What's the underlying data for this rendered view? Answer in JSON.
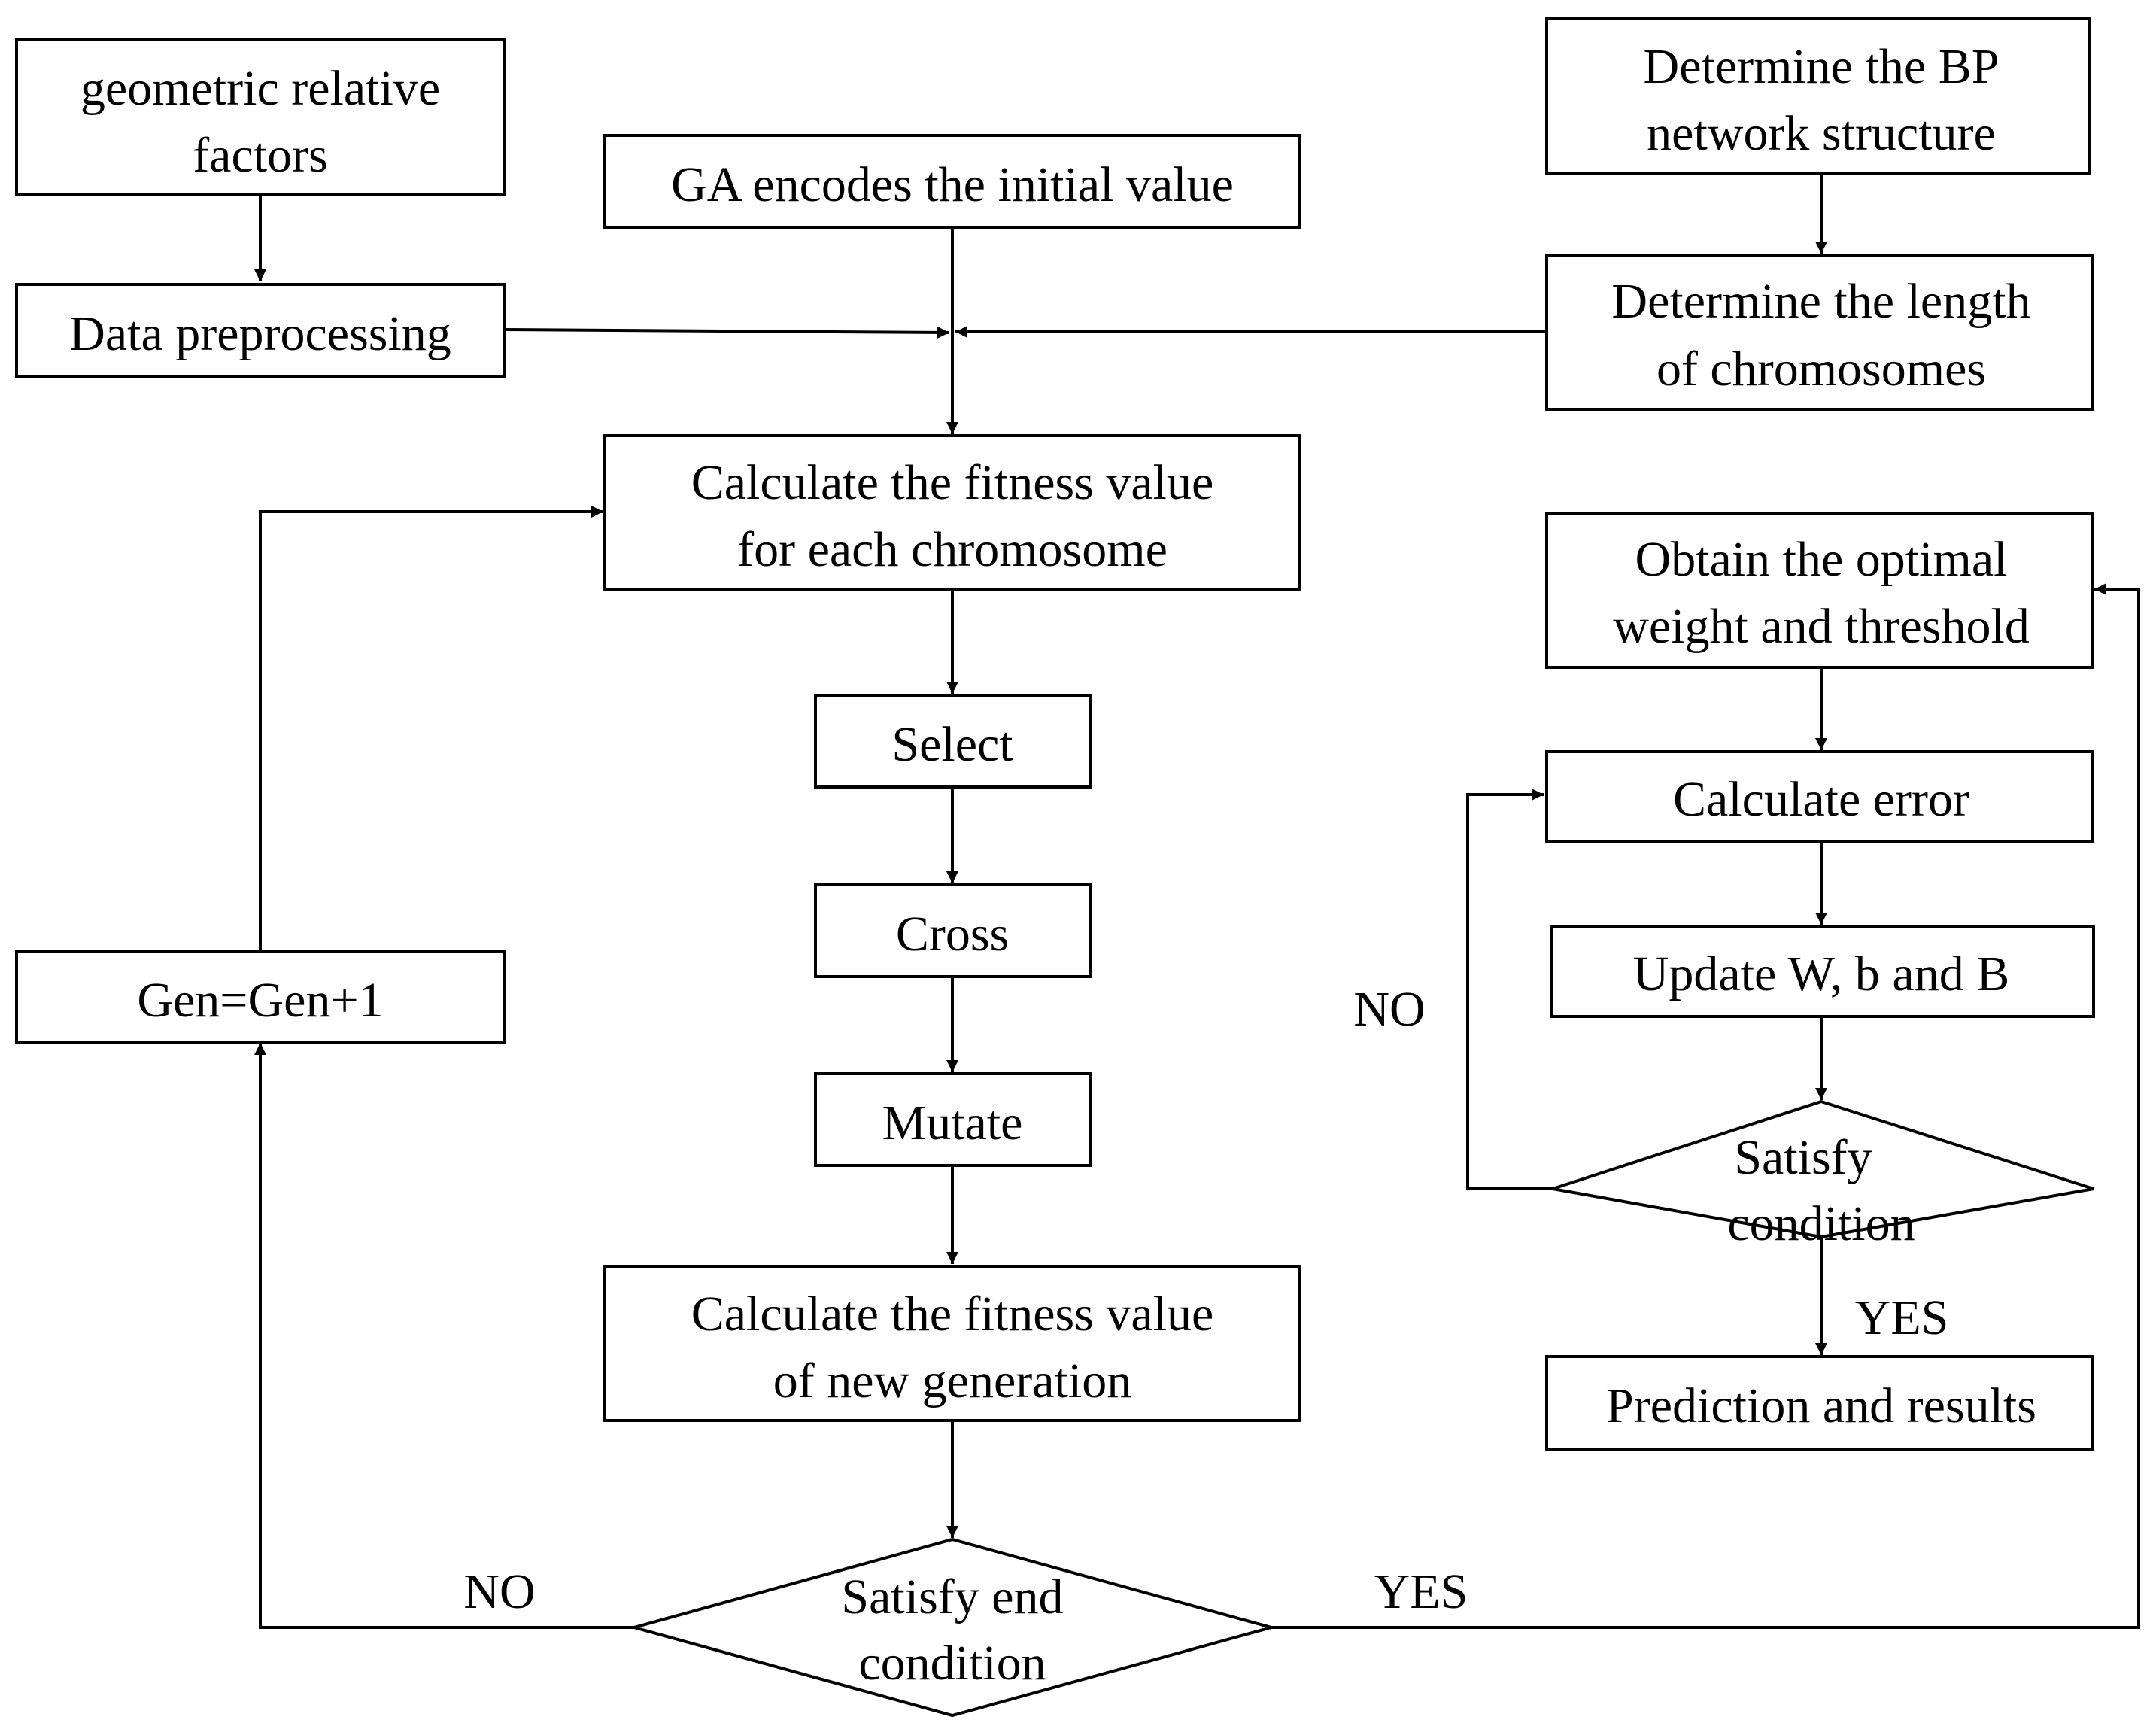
{
  "nodes": {
    "geometric_factors": [
      "geometric relative",
      "factors"
    ],
    "data_preprocessing": [
      "Data preprocessing"
    ],
    "ga_encodes": [
      "GA encodes the initial value"
    ],
    "bp_structure": [
      "Determine the BP",
      "network structure"
    ],
    "chromosome_length": [
      "Determine the length",
      "of chromosomes"
    ],
    "fitness_each": [
      "Calculate the fitness value",
      "for each chromosome"
    ],
    "select": [
      "Select"
    ],
    "cross": [
      "Cross"
    ],
    "mutate": [
      "Mutate"
    ],
    "fitness_new": [
      "Calculate the fitness value",
      "of new generation"
    ],
    "end_condition": [
      "Satisfy end",
      "condition"
    ],
    "gen_increment": [
      "Gen=Gen+1"
    ],
    "optimal_weight": [
      "Obtain the optimal",
      "weight and threshold"
    ],
    "calculate_error": [
      "Calculate error"
    ],
    "update_params": [
      "Update W, b and B"
    ],
    "satisfy_condition": [
      "Satisfy",
      "condition"
    ],
    "prediction": [
      "Prediction and results"
    ]
  },
  "edge_labels": {
    "end_no": "NO",
    "end_yes": "YES",
    "cond_no": "NO",
    "cond_yes": "YES"
  },
  "colors": {
    "stroke": "#000000",
    "background": "#ffffff"
  }
}
